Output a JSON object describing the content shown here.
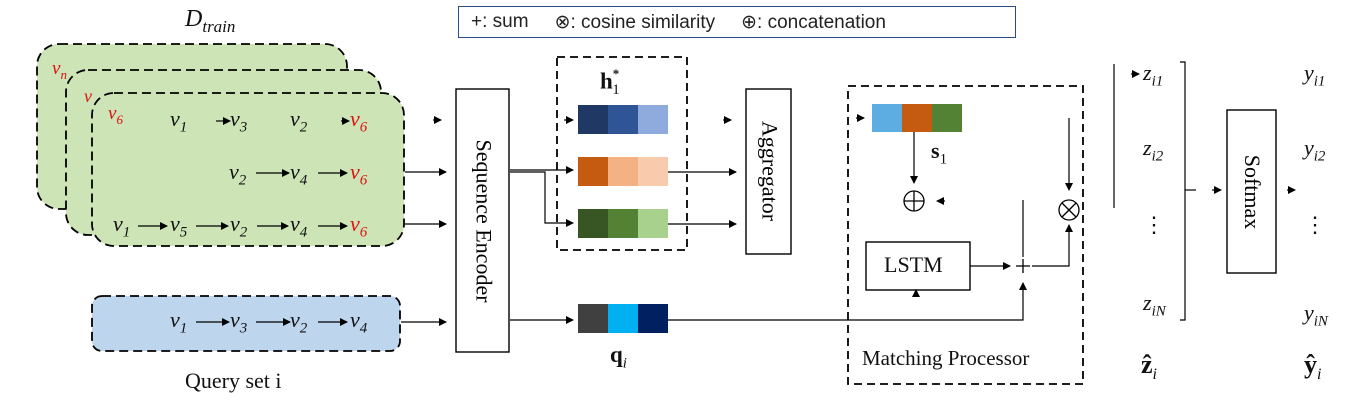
{
  "legend": {
    "sum": "+: sum",
    "cosine": "⊗: cosine similarity",
    "concat": "⊕: concatenation"
  },
  "train_set_label": "D",
  "train_set_sub": "train",
  "query_set_label": "Query set i",
  "sequences": {
    "back_first": "v",
    "back_first_sub": "n",
    "mid_first": "v",
    "front_first": "v",
    "front_first_sub": "6",
    "row1": [
      "v1",
      "v3",
      "v2",
      "v6"
    ],
    "row2": [
      "v2",
      "v4",
      "v6"
    ],
    "row3": [
      "v1",
      "v5",
      "v2",
      "v4",
      "v6"
    ],
    "query": [
      "v1",
      "v3",
      "v2",
      "v4"
    ]
  },
  "modules": {
    "encoder": "Sequence Encoder",
    "aggregator": "Aggregator",
    "lstm": "LSTM",
    "matching": "Matching Processor",
    "softmax": "Softmax"
  },
  "vectors": {
    "h_label": "h",
    "h_sup": "*",
    "h_sub": "1",
    "q_label": "q",
    "q_sub": "i",
    "s_label": "s",
    "s_sub": "1"
  },
  "outputs": {
    "z": [
      "z",
      "z",
      "⋮",
      "z"
    ],
    "z_subs": [
      "i1",
      "i2",
      "",
      "iN"
    ],
    "y": [
      "y",
      "y",
      "⋮",
      "y"
    ],
    "y_subs": [
      "i1",
      "i2",
      "",
      "iN"
    ],
    "z_hat": "ẑ",
    "z_hat_sub": "i",
    "y_hat": "ŷ",
    "y_hat_sub": "i"
  },
  "colors": {
    "green_card": "#cce4b6",
    "blue_card": "#bdd6ee",
    "h1": [
      "#1f3864",
      "#2f5597",
      "#8faadc"
    ],
    "h2": [
      "#c55a11",
      "#f4b183",
      "#f8cbad"
    ],
    "h3": [
      "#375623",
      "#548235",
      "#a9d18e"
    ],
    "q": [
      "#404040",
      "#00b0f0",
      "#002060"
    ],
    "s": [
      "#5dade2",
      "#c55a11",
      "#548235"
    ]
  }
}
